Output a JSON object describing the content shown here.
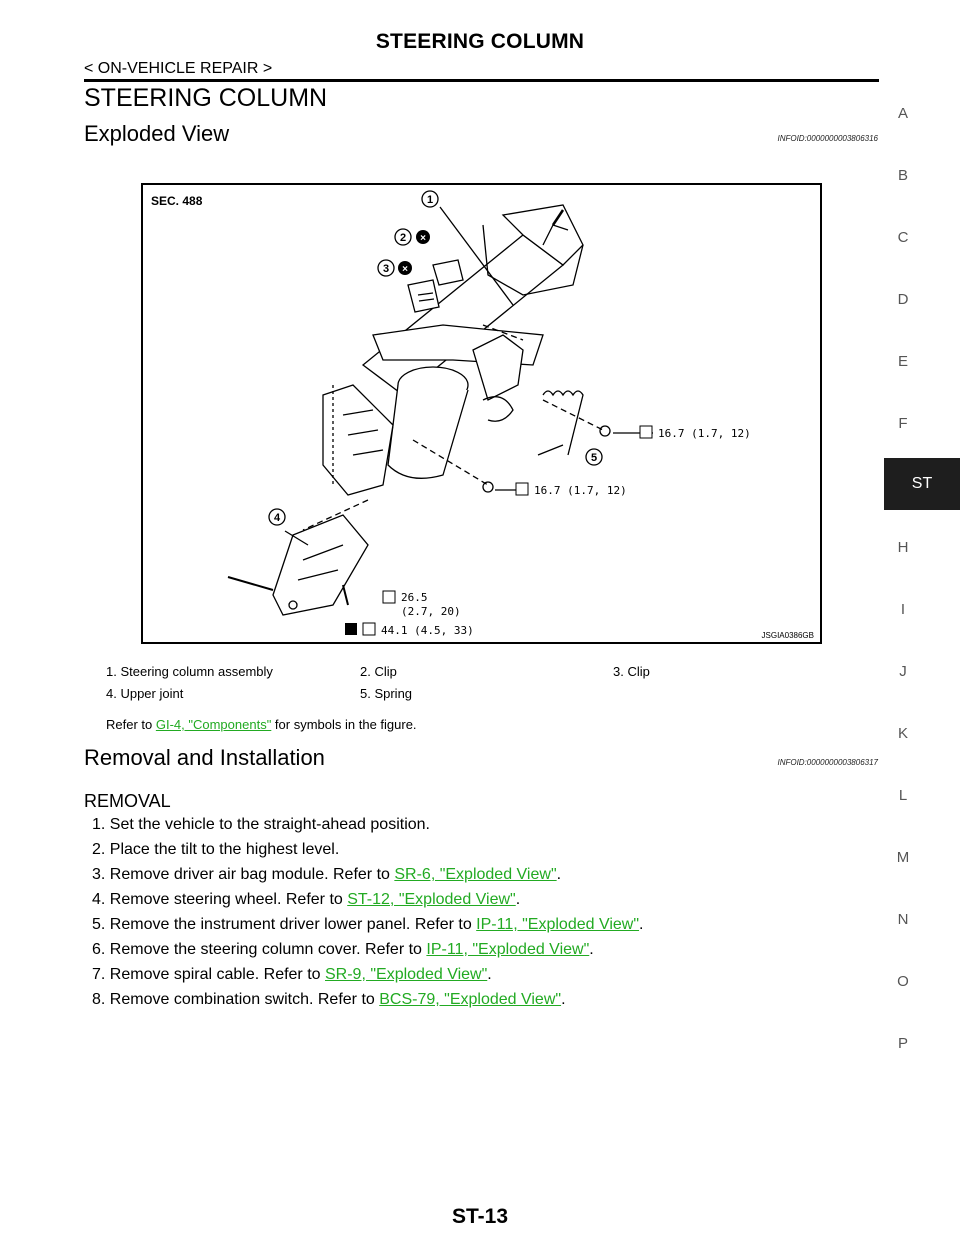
{
  "header": {
    "title": "STEERING COLUMN",
    "breadcrumb": "< ON-VEHICLE REPAIR >"
  },
  "page_title": "STEERING COLUMN",
  "exploded_view": {
    "heading": "Exploded View",
    "infoid": "INFOID:0000000003806316",
    "figure": {
      "sec_label": "SEC. 488",
      "figure_id": "JSGIA0386GB",
      "callouts": [
        "1",
        "2",
        "3",
        "4",
        "5"
      ],
      "torques": {
        "t1": "16.7 (1.7, 12)",
        "t2": "16.7 (1.7, 12)",
        "t3_line1": "26.5",
        "t3_line2": "(2.7, 20)",
        "t4": "44.1 (4.5, 33)"
      }
    },
    "legend": [
      {
        "label": "1.   Steering column assembly"
      },
      {
        "label": "2.   Clip"
      },
      {
        "label": "3.   Clip"
      },
      {
        "label": "4.   Upper joint"
      },
      {
        "label": "5.   Spring"
      }
    ],
    "note_prefix": "Refer to ",
    "note_link": "GI-4, \"Components\"",
    "note_suffix": " for symbols in the figure."
  },
  "removal_and_installation": {
    "heading": "Removal and Installation",
    "infoid": "INFOID:0000000003806317",
    "subheading": "REMOVAL",
    "steps": [
      {
        "text": "1.   Set the vehicle to the straight-ahead position.",
        "link": "",
        "suffix": ""
      },
      {
        "text": "2.   Place the tilt to the highest level.",
        "link": "",
        "suffix": ""
      },
      {
        "text": "3.   Remove driver air bag module. Refer to ",
        "link": "SR-6, \"Exploded View\"",
        "suffix": "."
      },
      {
        "text": "4.   Remove steering wheel. Refer to ",
        "link": "ST-12, \"Exploded View\"",
        "suffix": "."
      },
      {
        "text": "5.   Remove the instrument driver lower panel. Refer to ",
        "link": "IP-11, \"Exploded View\"",
        "suffix": "."
      },
      {
        "text": "6.   Remove the steering column cover. Refer to ",
        "link": "IP-11, \"Exploded View\"",
        "suffix": "."
      },
      {
        "text": "7.   Remove spiral cable. Refer to ",
        "link": "SR-9, \"Exploded View\"",
        "suffix": "."
      },
      {
        "text": "8.   Remove combination switch. Refer to ",
        "link": "BCS-79, \"Exploded View\"",
        "suffix": "."
      }
    ]
  },
  "side_index": [
    "A",
    "B",
    "C",
    "D",
    "E",
    "F",
    "ST",
    "H",
    "I",
    "J",
    "K",
    "L",
    "M",
    "N",
    "O",
    "P"
  ],
  "side_index_active": "ST",
  "footer": {
    "page_number": "ST-13"
  },
  "colors": {
    "link": "#22aa22",
    "tab_bg": "#1e1e1e"
  }
}
